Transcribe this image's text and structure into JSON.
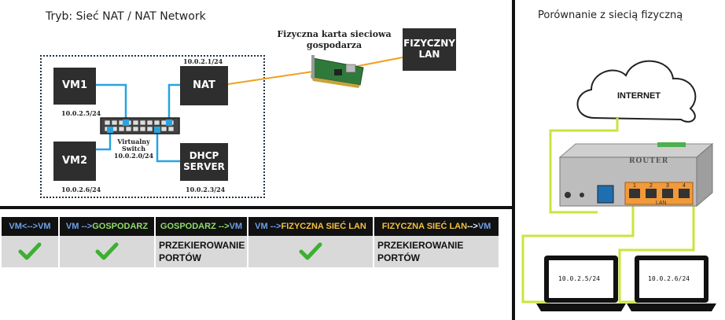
{
  "left_title": "Tryb: Sieć NAT / NAT Network",
  "right_title": "Porównanie z siecią fizyczną",
  "nodes": {
    "vm1": {
      "label": "VM1",
      "ip": "10.0.2.5/24"
    },
    "vm2": {
      "label": "VM2",
      "ip": "10.0.2.6/24"
    },
    "nat": {
      "label": "NAT",
      "ip": "10.0.2.1/24"
    },
    "dhcp": {
      "label_line1": "DHCP",
      "label_line2": "SERVER",
      "ip": "10.0.2.3/24"
    },
    "switch": {
      "line1": "Virtualny",
      "line2": "Switch",
      "line3": "10.0.2.0/24"
    },
    "nic": {
      "line1": "Fizyczna karta sieciowa",
      "line2": "gospodarza"
    },
    "lan": {
      "line1": "FIZYCZNY",
      "line2": "LAN"
    }
  },
  "physical": {
    "internet": "INTERNET",
    "router": "ROUTER",
    "lan_label": "LAN",
    "port_numbers": [
      "1",
      "2",
      "3",
      "4"
    ],
    "laptop1_ip": "10.0.2.5/24",
    "laptop2_ip": "10.0.2.6/24"
  },
  "table": {
    "headers": [
      {
        "parts": [
          {
            "t": "VM<-->VM",
            "c": "blue"
          }
        ]
      },
      {
        "parts": [
          {
            "t": "VM -->",
            "c": "blue"
          },
          {
            "t": "GOSPODARZ",
            "c": "green"
          }
        ]
      },
      {
        "parts": [
          {
            "t": "GOSPODARZ -->",
            "c": "green"
          },
          {
            "t": "VM",
            "c": "blue"
          }
        ]
      },
      {
        "parts": [
          {
            "t": "VM -->",
            "c": "blue"
          },
          {
            "t": " FIZYCZNA SIEĆ LAN",
            "c": "yellow"
          }
        ]
      },
      {
        "parts": [
          {
            "t": "FIZYCZNA SIEĆ LAN",
            "c": "yellow"
          },
          {
            "t": " -->",
            "c": "white"
          },
          {
            "t": "VM",
            "c": "blue"
          }
        ]
      }
    ],
    "cells": [
      {
        "type": "check"
      },
      {
        "type": "check"
      },
      {
        "type": "text",
        "line1": "PRZEKIEROWANIE",
        "line2": "PORTÓW"
      },
      {
        "type": "check"
      },
      {
        "type": "text",
        "line1": "PRZEKIEROWANIE",
        "line2": "PORTÓW"
      }
    ]
  },
  "colors": {
    "box": "#2e2e2e",
    "blue_link": "#29a3e0",
    "orange_link": "#f0a020",
    "green_link": "#c8e63c",
    "check": "#3cb030"
  }
}
